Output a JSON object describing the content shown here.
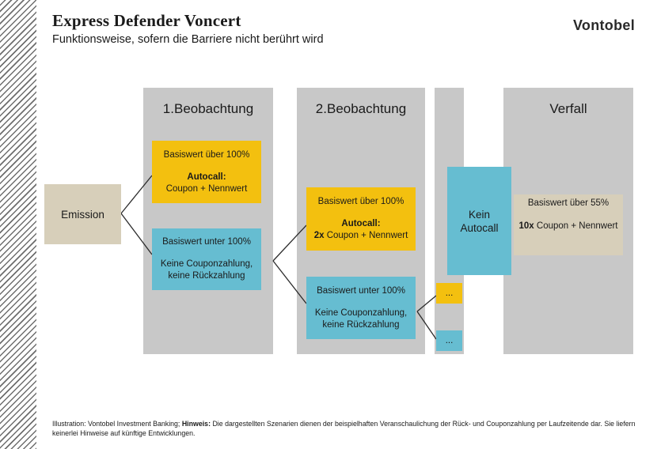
{
  "header": {
    "title": "Express Defender Voncert",
    "subtitle": "Funktionsweise, sofern die Barriere nicht berührt wird",
    "logo": "Vontobel"
  },
  "emission": {
    "label": "Emission"
  },
  "columns": {
    "obs1": "1.Beobachtung",
    "obs2": "2.Beobachtung",
    "maturity": "Verfall"
  },
  "obs1": {
    "above": {
      "condition": "Basiswert über 100%",
      "action_bold": "Autocall:",
      "action": "Coupon + Nennwert"
    },
    "below": {
      "condition": "Basiswert unter 100%",
      "line1": "Keine Couponzahlung,",
      "line2": "keine Rückzahlung"
    }
  },
  "obs2": {
    "above": {
      "condition": "Basiswert über 100%",
      "action_bold": "Autocall:",
      "multiplier": "2x",
      "action": "Coupon + Nennwert"
    },
    "below": {
      "condition": "Basiswert unter 100%",
      "line1": "Keine Couponzahlung,",
      "line2": "keine Rückzahlung"
    }
  },
  "ellipsis": {
    "upper": "...",
    "lower": "..."
  },
  "no_autocall": {
    "line1": "Kein",
    "line2": "Autocall"
  },
  "maturity_box": {
    "condition": "Basiswert über 55%",
    "multiplier": "10x",
    "action": "Coupon + Nennwert"
  },
  "footer": {
    "prefix": "Illustration: Vontobel Investment Banking; ",
    "note_label": "Hinweis:",
    "text": " Die dargestellten Szenarien dienen der beispielhaften Veranschaulichung der Rück- und Couponzahlung per Laufzeitende dar. Sie liefern keinerlei Hinweise auf künftige Entwicklungen."
  },
  "colors": {
    "yellow": "#f3c00f",
    "blue": "#66bdd1",
    "beige": "#d7cfba",
    "column_gray": "#c8c8c8"
  }
}
